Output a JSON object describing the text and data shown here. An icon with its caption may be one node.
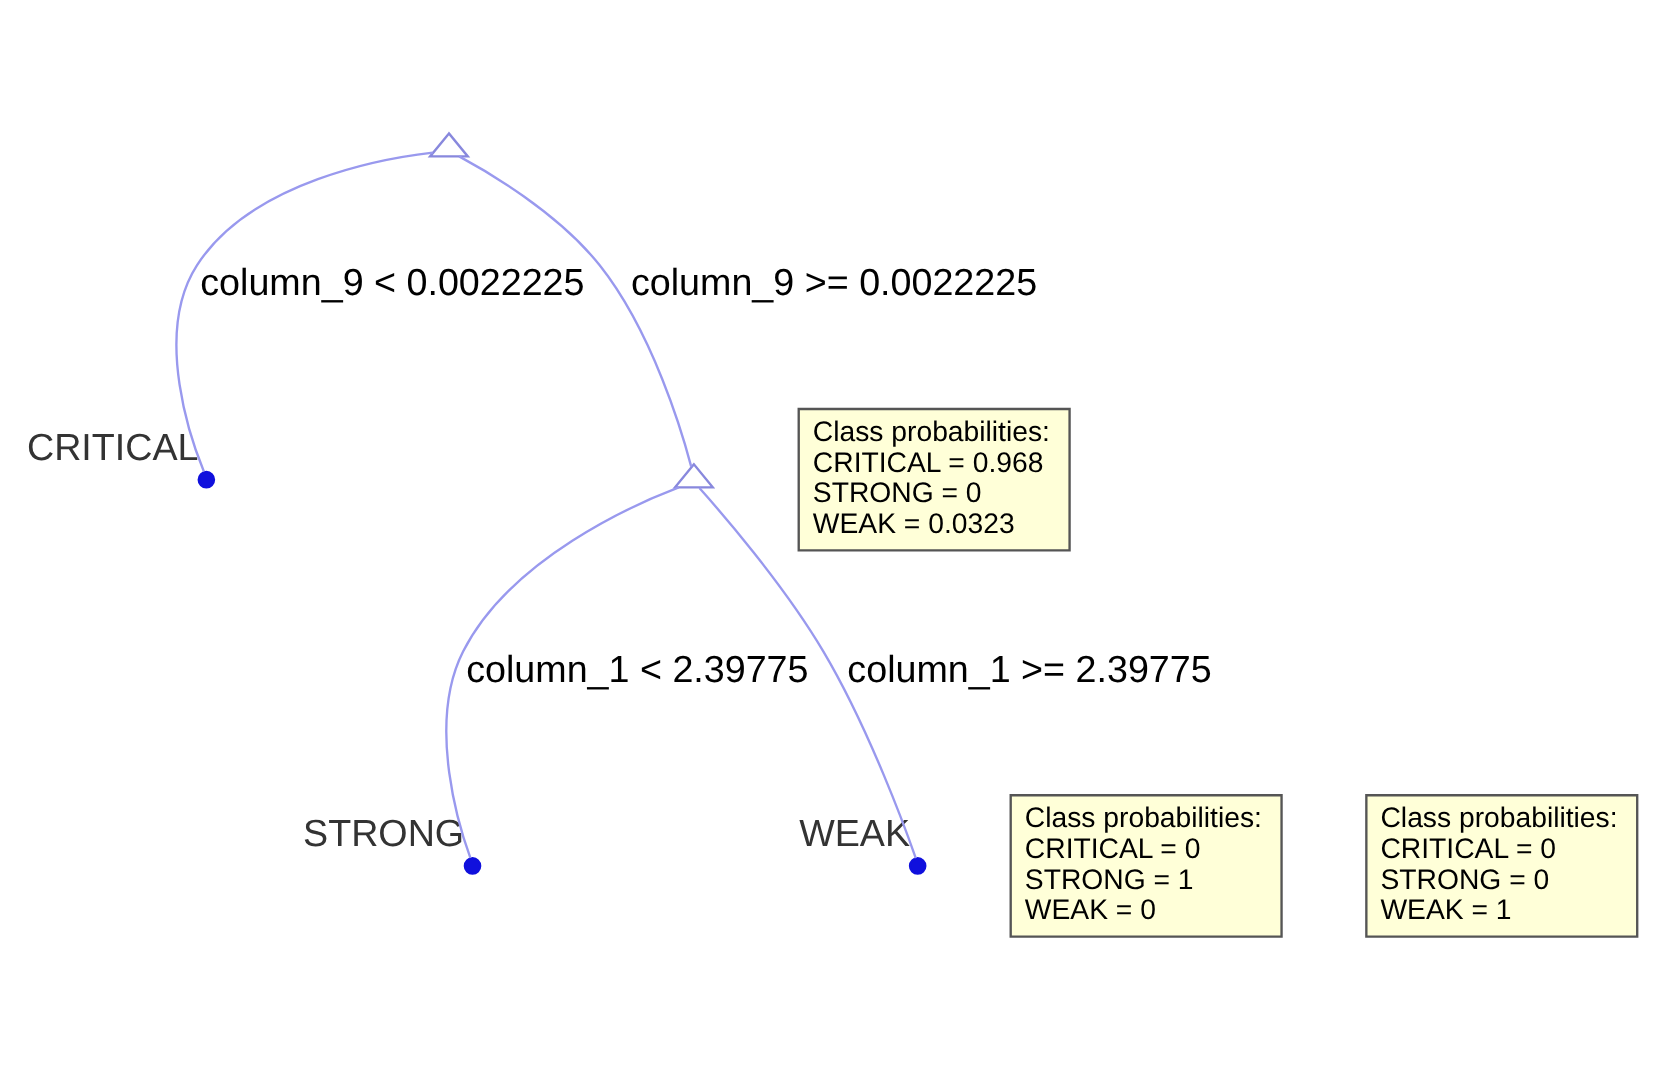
{
  "diagram": {
    "nodes": [
      {
        "text": [],
        "shape": "triangle"
      },
      {
        "text": [],
        "shape": "circle",
        "beside": [
          "CRITICAL"
        ]
      },
      {
        "text": [
          "Class probabilities:",
          "CRITICAL = 0.968",
          "STRONG = 0",
          "WEAK = 0.0323"
        ]
      },
      {
        "text": [],
        "shape": "triangle"
      },
      {
        "text": [
          "Class probabilities:",
          "CRITICAL = 0",
          "STRONG = 1",
          "WEAK = 0"
        ]
      },
      {
        "text": [],
        "shape": "circle",
        "beside": [
          "STRONG"
        ]
      },
      {
        "text": [],
        "shape": "circle",
        "beside": [
          "WEAK"
        ]
      },
      {
        "text": [
          "Class probabilities:",
          "CRITICAL = 0",
          "STRONG = 0",
          "WEAK = 1"
        ]
      }
    ],
    "edges": [
      {
        "from": 0,
        "to": 1,
        "arrow": "none",
        "label": "column_9 < 0.0022225"
      },
      {
        "from": 0,
        "to": 3,
        "arrow": "none",
        "label": "column_9 >= 0.0022225"
      },
      {
        "from": 3,
        "to": 5,
        "arrow": "none",
        "label": "column_1 < 2.39775"
      },
      {
        "from": 3,
        "to": 6,
        "arrow": "none",
        "label": "column_1 >= 2.39775"
      }
    ]
  }
}
